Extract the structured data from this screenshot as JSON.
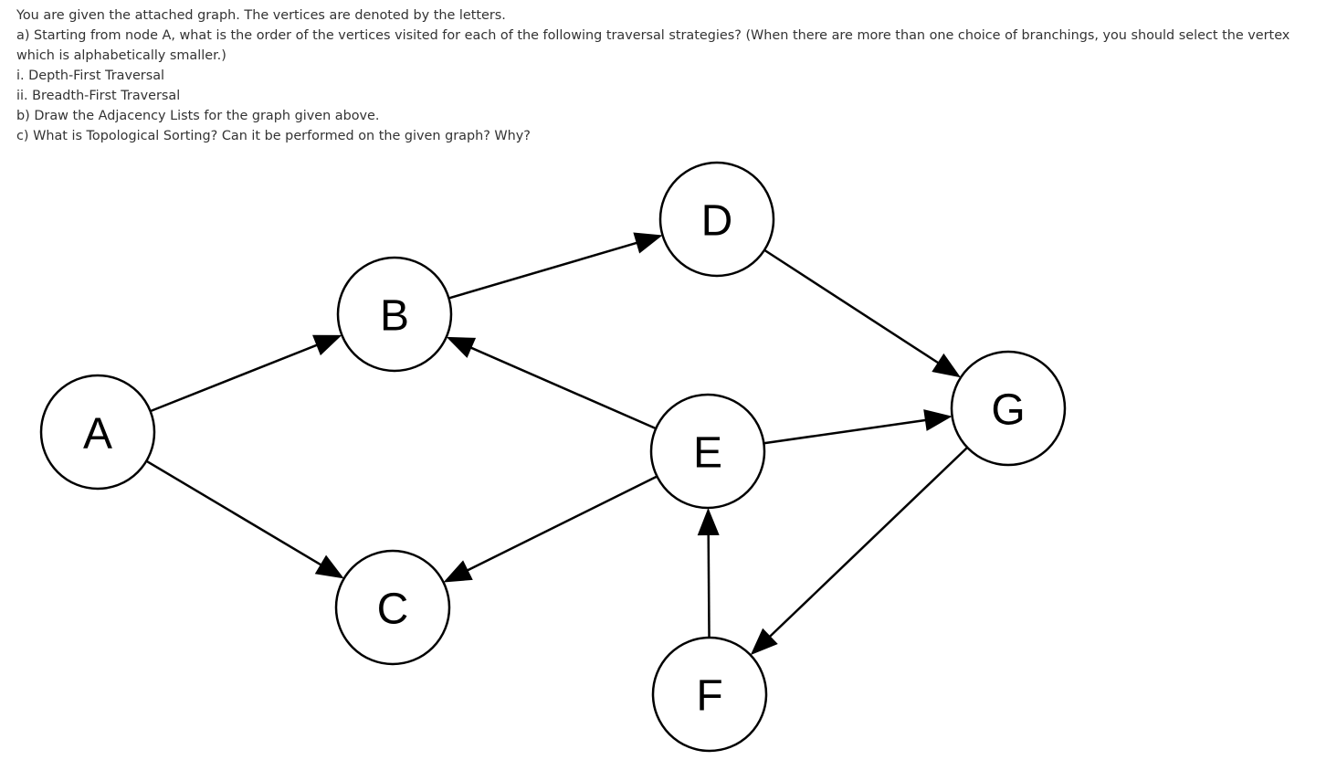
{
  "question": {
    "intro": "You are given the attached graph. The vertices are denoted by the letters.",
    "part_a": "a) Starting from node A, what is the order of the vertices visited for each of the following traversal strategies? (When there are more than one choice of branchings, you should select the vertex which is alphabetically smaller.)",
    "part_a_i": "i. Depth-First Traversal",
    "part_a_ii": "ii. Breadth-First Traversal",
    "part_b": "b) Draw the Adjacency Lists for the graph given above.",
    "part_c": "c) What is Topological Sorting? Can it be performed on the given graph? Why?"
  },
  "graph": {
    "nodes": [
      {
        "id": "A",
        "label": "A"
      },
      {
        "id": "B",
        "label": "B"
      },
      {
        "id": "C",
        "label": "C"
      },
      {
        "id": "D",
        "label": "D"
      },
      {
        "id": "E",
        "label": "E"
      },
      {
        "id": "F",
        "label": "F"
      },
      {
        "id": "G",
        "label": "G"
      }
    ],
    "edges": [
      {
        "from": "A",
        "to": "B"
      },
      {
        "from": "A",
        "to": "C"
      },
      {
        "from": "B",
        "to": "D"
      },
      {
        "from": "D",
        "to": "G"
      },
      {
        "from": "E",
        "to": "B"
      },
      {
        "from": "E",
        "to": "C"
      },
      {
        "from": "E",
        "to": "G"
      },
      {
        "from": "F",
        "to": "E"
      },
      {
        "from": "G",
        "to": "F"
      }
    ],
    "directed": true
  }
}
